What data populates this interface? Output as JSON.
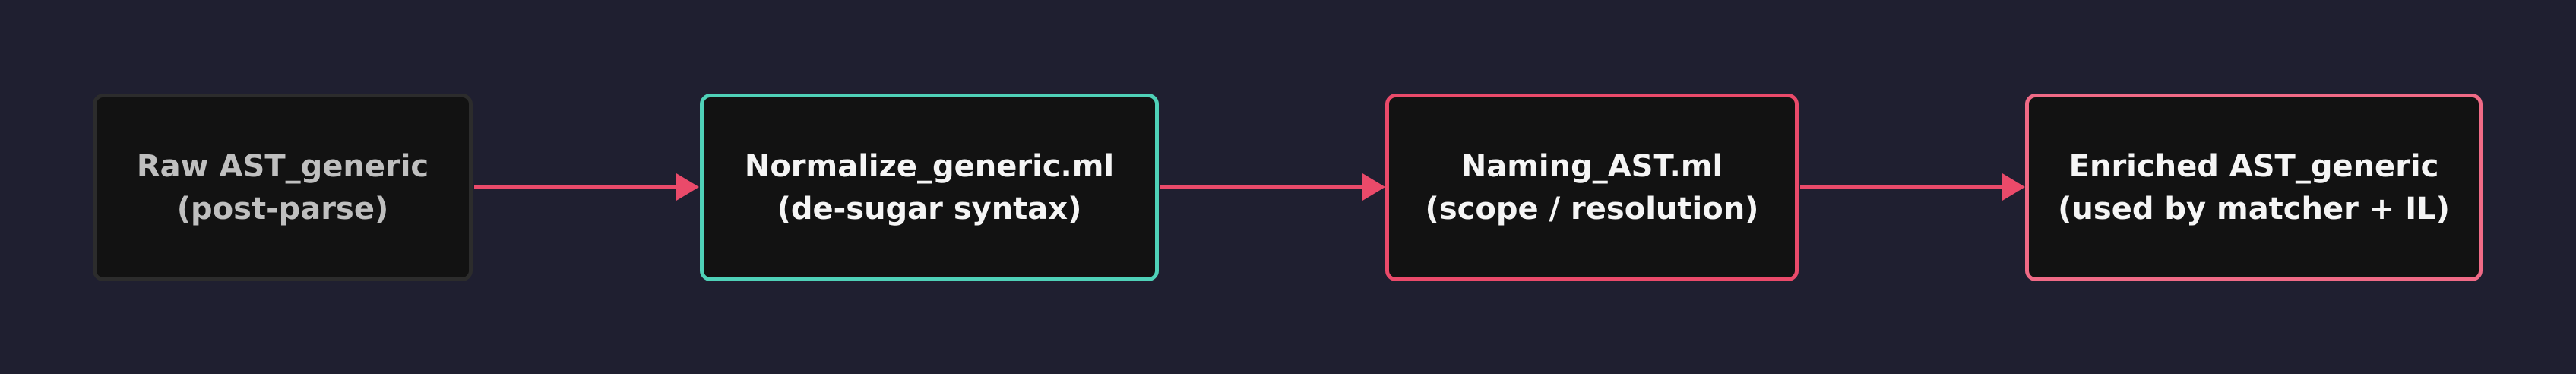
{
  "diagram": {
    "nodes": [
      {
        "line1": "Raw AST_generic",
        "line2": "(post-parse)",
        "border_color": "#2c2c2c",
        "text_color": "#bfbfbf"
      },
      {
        "line1": "Normalize_generic.ml",
        "line2": "(de-sugar syntax)",
        "border_color": "#4fd1b8",
        "text_color": "#f5f5f5"
      },
      {
        "line1": "Naming_AST.ml",
        "line2": "(scope / resolution)",
        "border_color": "#ea4a6a",
        "text_color": "#f5f5f5"
      },
      {
        "line1": "Enriched AST_generic",
        "line2": "(used by matcher + IL)",
        "border_color": "#f06a86",
        "text_color": "#f5f5f5"
      }
    ],
    "edges": [
      {
        "from": "Raw AST_generic",
        "to": "Normalize_generic.ml"
      },
      {
        "from": "Normalize_generic.ml",
        "to": "Naming_AST.ml"
      },
      {
        "from": "Naming_AST.ml",
        "to": "Enriched AST_generic"
      }
    ],
    "edge_color": "#ea4a6a",
    "background_color": "#1f1f30",
    "node_fill_color": "#121212"
  }
}
